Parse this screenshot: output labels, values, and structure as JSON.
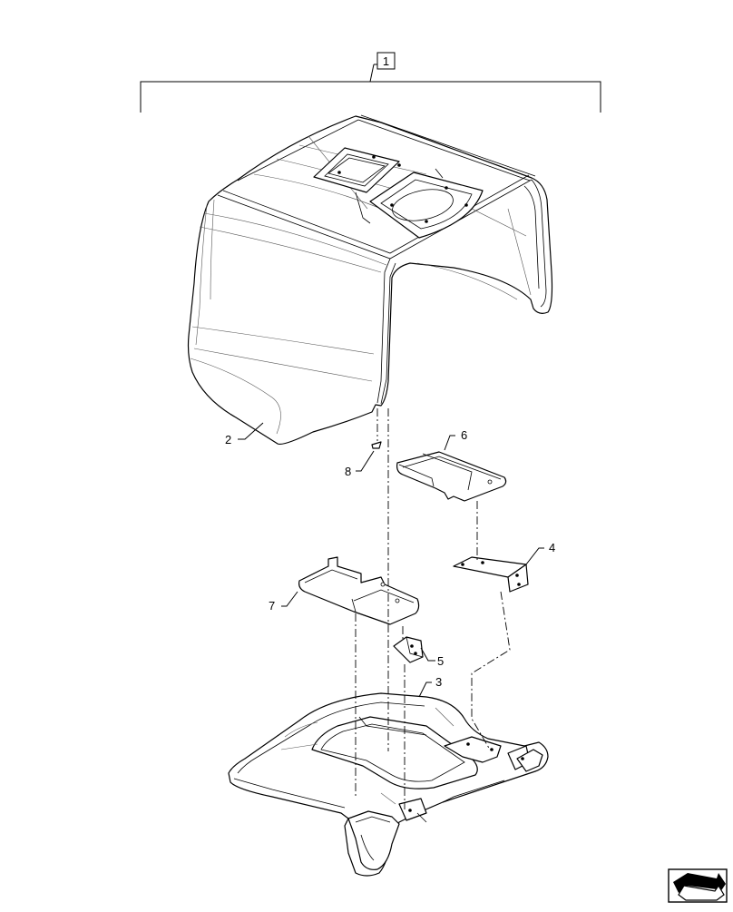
{
  "callouts": {
    "c1": "1",
    "c2": "2",
    "c3": "3",
    "c4": "4",
    "c5": "5",
    "c6": "6",
    "c7": "7",
    "c8": "8"
  },
  "icons": {
    "nav": "next-page-arrow-icon"
  },
  "colors": {
    "line": "#000000",
    "background": "#ffffff"
  }
}
